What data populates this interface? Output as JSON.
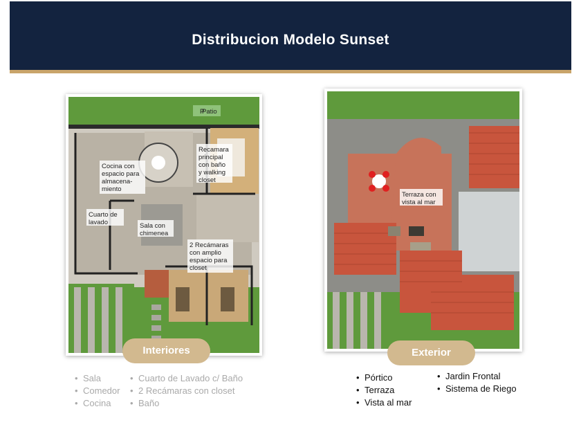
{
  "title": "Distribucion Modelo Sunset",
  "interiors": {
    "pill": "Interiores",
    "plan_labels": {
      "patio": "Patio",
      "kitchen": [
        "Cocina con",
        "espacio para",
        "almacena-",
        "miento"
      ],
      "master": [
        "Recamara",
        "principal",
        "con baño",
        "y walking",
        "closet"
      ],
      "laundry": [
        "Cuarto de",
        "lavado"
      ],
      "living": [
        "Sala con",
        "chimenea"
      ],
      "bedrooms": [
        "2 Recámaras",
        "con amplio",
        "espacio para",
        "closet"
      ]
    },
    "features_col1": [
      "Sala",
      "Comedor",
      "Cocina"
    ],
    "features_col2": [
      "Cuarto de Lavado c/ Baño",
      "2 Recámaras con closet",
      "Baño"
    ]
  },
  "exterior": {
    "pill": "Exterior",
    "plan_labels": {
      "terrace": [
        "Terraza con",
        "vista al mar"
      ]
    },
    "features_col1": [
      "Pórtico",
      "Terraza",
      "Vista al mar"
    ],
    "features_col2": [
      "Jardin Frontal",
      "Sistema de Riego"
    ]
  },
  "colors": {
    "header_bg": "#13233f",
    "gold": "#c9a46a",
    "pill": "#d2b98f",
    "grass": "#5f9a3c",
    "roof": "#c86a4d"
  }
}
